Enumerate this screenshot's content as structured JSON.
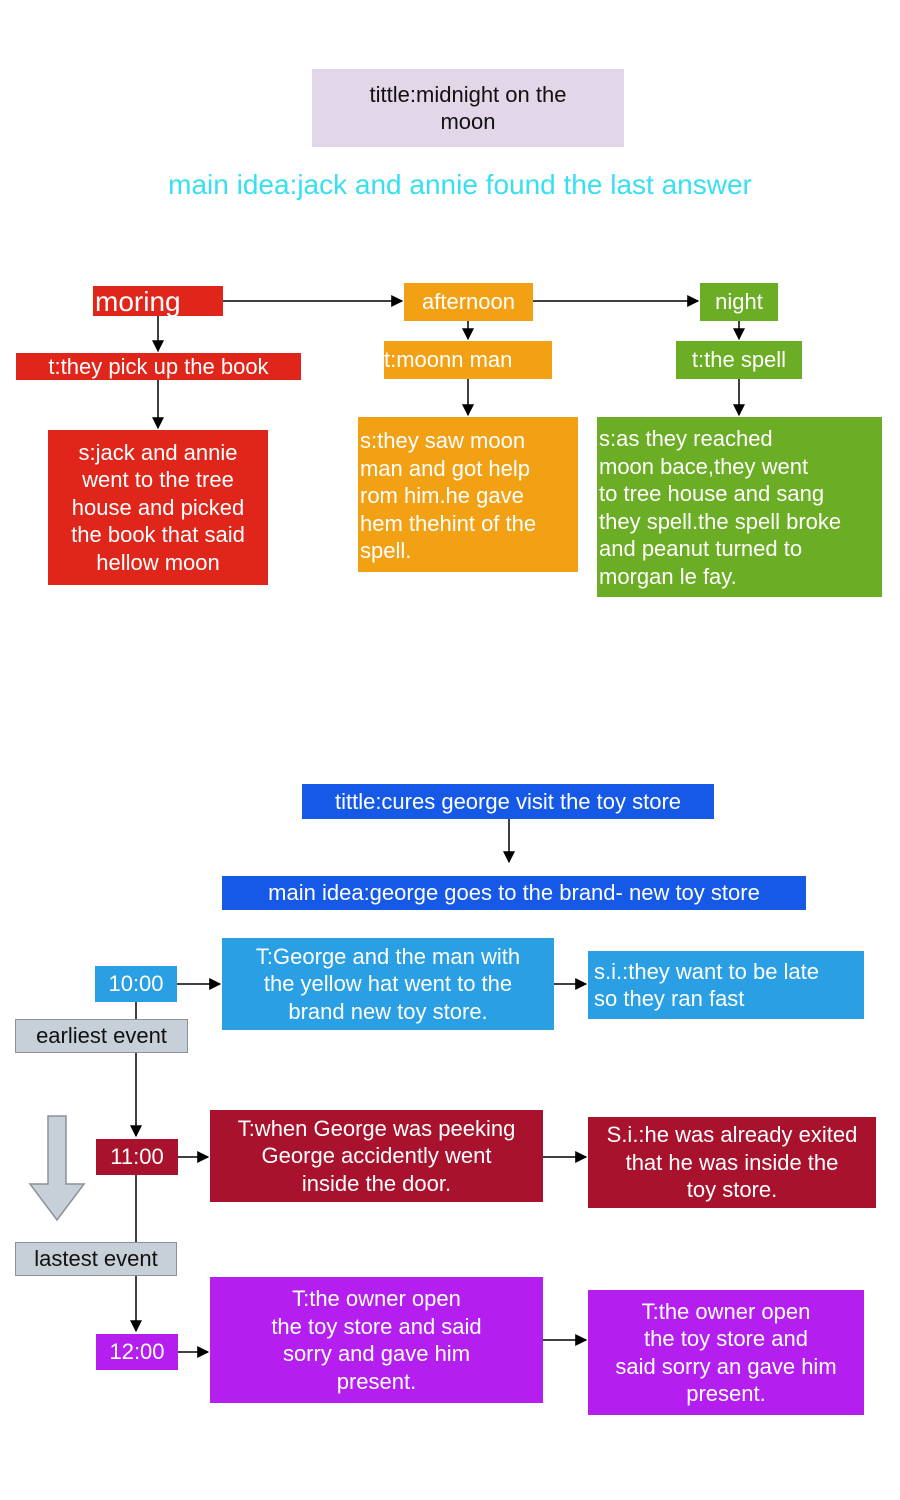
{
  "diagram1": {
    "title": "tittle:midnight on the\nmoon",
    "main_idea": "main idea:jack and annie found the last answer",
    "columns": [
      {
        "header": "moring",
        "title": "t:they pick up the book",
        "summary": "s:jack and annie\nwent to the tree\nhouse and picked\nthe book that said\nhellow moon"
      },
      {
        "header": "afternoon",
        "title": "t:moonn man",
        "summary": "s:they saw moon\nman and got help\nrom him.he gave\nhem thehint of the\nspell."
      },
      {
        "header": "night",
        "title": "t:the spell",
        "summary": "s:as they reached\nmoon bace,they went\nto tree house and sang\nthey spell.the spell broke\nand peanut turned to\nmorgan le fay."
      }
    ]
  },
  "diagram2": {
    "title": "tittle:cures george visit the toy store",
    "main_idea": "main idea:george goes to the brand- new toy store",
    "earliest_label": "earliest event",
    "latest_label": "lastest event",
    "rows": [
      {
        "time": "10:00",
        "event": "T:George and the man with\nthe yellow hat went to the\nbrand new toy store.",
        "detail": "s.i.:they want to be late\nso they ran fast"
      },
      {
        "time": "11:00",
        "event": "T:when George was peeking\nGeorge accidently went\ninside the door.",
        "detail": "S.i.:he was already exited\nthat he was inside the\ntoy store."
      },
      {
        "time": "12:00",
        "event": "T:the owner open\nthe toy store and said\nsorry and gave him\npresent.",
        "detail": "T:the owner open\nthe toy store and\nsaid sorry an gave him\npresent."
      }
    ]
  },
  "colors": {
    "title_bg": "#e2d6e9",
    "main_idea_text": "#36e0f0",
    "red": "#e0261b",
    "orange": "#f2a114",
    "green": "#6bad24",
    "blue_dark": "#1559e6",
    "blue_light": "#2a9fe3",
    "crimson": "#a8122c",
    "purple": "#b41ff0",
    "gray": "#c7d0d8"
  }
}
